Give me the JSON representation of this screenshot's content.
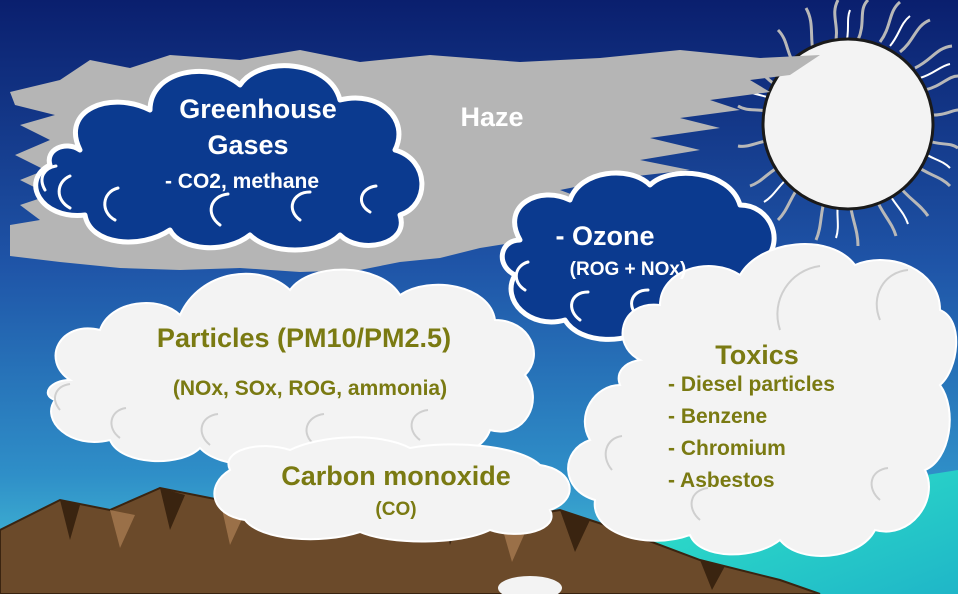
{
  "colors": {
    "sky_top": "#0a1f6e",
    "sky_mid": "#2f7fc0",
    "sky_bottom": "#48c8d8",
    "cloud_dark": "#0b3a8f",
    "cloud_light": "#f3f3f3",
    "haze": "#b5b5b5",
    "mountain": "#6b4a2a",
    "sea": "#30e6c8",
    "sun": "#f3f3f3",
    "label_white": "#ffffff",
    "label_olive": "#7a7a12"
  },
  "labels": {
    "greenhouse_line1": "Greenhouse",
    "greenhouse_line2": "Gases",
    "greenhouse_sub": "- CO2, methane",
    "haze": "Haze",
    "ozone": "- Ozone",
    "ozone_sub": "(ROG + NOx)",
    "particles": "Particles (PM10/PM2.5)",
    "particles_sub": "(NOx, SOx, ROG, ammonia)",
    "toxics": "Toxics",
    "toxics_items": [
      "- Diesel particles",
      "- Benzene",
      "- Chromium",
      "- Asbestos"
    ],
    "carbon": "Carbon monoxide",
    "carbon_sub": "(CO)"
  }
}
